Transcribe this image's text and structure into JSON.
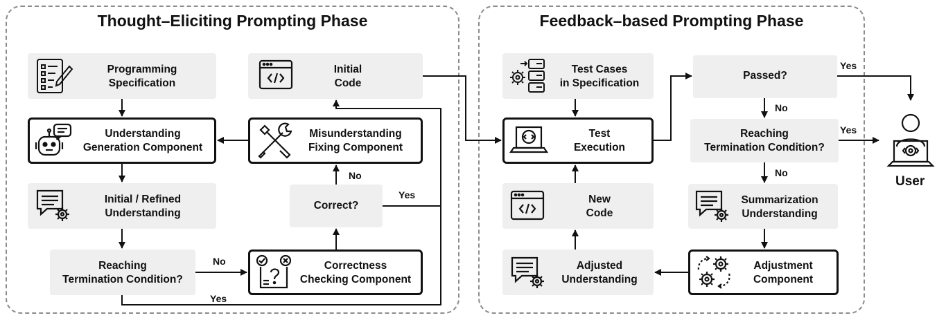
{
  "phases": {
    "left_title": "Thought–Eliciting Prompting Phase",
    "right_title": "Feedback–based Prompting Phase"
  },
  "nodes": {
    "programming_spec": "Programming\nSpecification",
    "understanding_gen": "Understanding\nGeneration Component",
    "initial_refined": "Initial / Refined\nUnderstanding",
    "reaching_term_left": "Reaching\nTermination Condition?",
    "correctness_check": "Correctness\nChecking Component",
    "correct_q": "Correct?",
    "misunderstanding_fix": "Misunderstanding\nFixing Component",
    "initial_code": "Initial\nCode",
    "test_cases": "Test Cases\nin Specification",
    "test_exec": "Test\nExecution",
    "new_code": "New\nCode",
    "adjusted_understanding": "Adjusted\nUnderstanding",
    "passed_q": "Passed?",
    "reaching_term_right": "Reaching\nTermination Condition?",
    "summarization": "Summarization\nUnderstanding",
    "adjustment": "Adjustment\nComponent"
  },
  "edge_labels": {
    "no_term_left": "No",
    "yes_term_left": "Yes",
    "no_correct": "No",
    "yes_correct": "Yes",
    "yes_passed": "Yes",
    "no_passed": "No",
    "yes_term_right": "Yes",
    "no_term_right": "No"
  },
  "user_label": "User",
  "colors": {
    "box_fill": "#efefef",
    "border": "#111111",
    "dash": "#8c8c8c"
  }
}
